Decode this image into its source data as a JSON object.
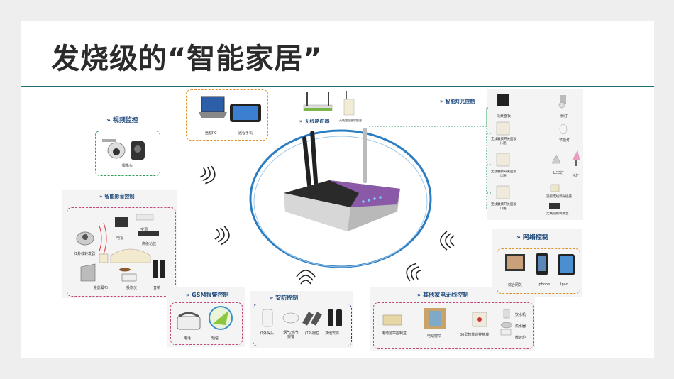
{
  "title": "发烧级的“智能家居”",
  "router": {
    "label": "无线路由器",
    "small_label": "无线路由器转换器"
  },
  "remote": {
    "pc": "远程PC",
    "phone": "远程手机"
  },
  "video": {
    "header": "视频监控",
    "camera": "摄像头"
  },
  "media": {
    "header": "智能影音控制",
    "tv": "电视",
    "ac": "空调",
    "amp": "高级功放",
    "ir": "红外线转发器",
    "screen": "投影幕布",
    "projector": "投影仪",
    "speaker": "音响"
  },
  "gsm": {
    "header": "GSM报警控制",
    "phone": "电话",
    "sms": "短信"
  },
  "security": {
    "header": "安防控制",
    "ir_probe": "红外探头",
    "smoke": "烟气/燃气报警",
    "beam": "红外栅栏",
    "other": "其他安防"
  },
  "appliance": {
    "header": "其他家电无线控制",
    "curtain_box": "电动窗帘控制盒",
    "curtain": "电动窗帘",
    "ir_panel": "86型智能遥控插座",
    "water_dispenser": "饮水机",
    "water_heater": "热水器",
    "microwave": "微波炉"
  },
  "network": {
    "header": "网络控制",
    "gateway": "综合网关",
    "iphone": "Iphone",
    "ipad": "Ipad"
  },
  "lighting": {
    "header": "智能灯光控制",
    "scene": "情景面板",
    "spot": "射灯",
    "sw1": "无线触摸开关面板（1路）",
    "energy": "节能灯",
    "sw2": "无线触摸开关面板（2路）",
    "led": "LED灯",
    "lamp": "台灯",
    "module": "遥控无线调光插座",
    "sw3": "无线触摸开关面板（3路）",
    "dimmer": "无线控制转换盒"
  },
  "colors": {
    "accent": "#1f6e78",
    "header": "#1f4a7a",
    "green_dash": "#2e9e5b",
    "orange_dash": "#e0932a",
    "magenta_dash": "#c2457a",
    "navy_dash": "#2c3e7a",
    "router_purple": "#8a5aa8",
    "ring": "#2a7dc2"
  }
}
